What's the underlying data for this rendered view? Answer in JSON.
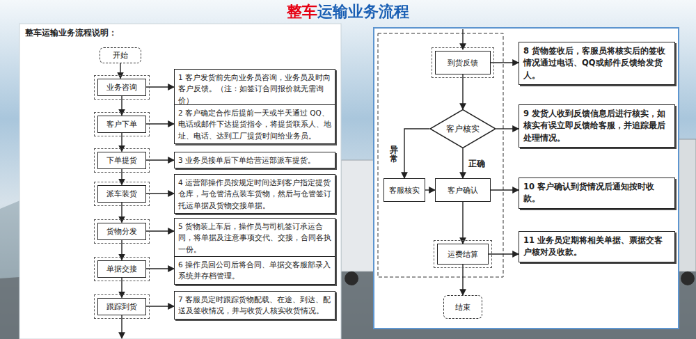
{
  "diagram": {
    "title": "整车运输业务流程",
    "nodes": [
      {
        "text": [
          "开始"
        ]
      },
      {
        "text": [
          "业务咨询"
        ]
      },
      {
        "text": [
          "1 客户发货前先向业务员咨询，业务员及时向客户反馈。（注：如签订合同报价就无需询价）"
        ]
      },
      {
        "text": [
          "客户下单"
        ]
      },
      {
        "text": [
          "2 客户确定合作后提前一天或半天通过 QQ、电话或邮件下达提货指令，将提货联系人、地址、电话、达到工厂提货时间给业务员。"
        ]
      },
      {
        "text": [
          "下单提货"
        ]
      },
      {
        "text": [
          "3 业务员接单后下单给营运部派车提货。"
        ]
      },
      {
        "text": [
          "派车装货"
        ]
      },
      {
        "text": [
          "4 运营部操作员按规定时间达到客户指定提货仓库，与仓管清点装车货物，然后与仓管签订托运单据及货物交接单据。"
        ]
      },
      {
        "text": [
          "货物分发"
        ]
      },
      {
        "text": [
          "5 货物装上车后，操作员与司机签订承运合同，将单据及注意事项交代、交接，合同各执一份。"
        ]
      },
      {
        "text": [
          "单据交接"
        ]
      },
      {
        "text": [
          "6 操作员回公司后将合同、单据交客服部录入系统并存档管理。"
        ]
      },
      {
        "text": [
          "跟踪到货"
        ]
      },
      {
        "text": [
          "7 客服员定时跟踪货物配载、在途、到达、配送及签收情况，并与收货人核实收货情况。"
        ]
      },
      {
        "text": [
          "到货反馈"
        ]
      },
      {
        "text": [
          "8 货物签收后，客服员将核实后的签收情况通过电话、QQ或邮件反馈给发货人。"
        ]
      },
      {
        "text": [
          "客户核实"
        ]
      },
      {
        "text": [
          "9 发货人收到反馈信息后进行核实，如核实有误立即反馈给客服，并追踪最后处理情况。"
        ]
      },
      {
        "text": [
          "客服核实"
        ]
      },
      {
        "text": [
          "客户确认"
        ]
      },
      {
        "text": [
          "10 客户确认到货情况后通知按时收款。"
        ]
      },
      {
        "text": [
          "运费结算"
        ]
      },
      {
        "text": [
          "11 业务员定期将相关单据、票据交客户核对及收款。"
        ]
      },
      {
        "text": [
          "结束"
        ]
      }
    ],
    "edges": [
      {
        "from": 0,
        "to": 1,
        "arrow": "to"
      },
      {
        "from": 1,
        "to": 2,
        "arrow": "to"
      },
      {
        "from": 1,
        "to": 3,
        "arrow": "to"
      },
      {
        "from": 3,
        "to": 4,
        "arrow": "to"
      },
      {
        "from": 3,
        "to": 5,
        "arrow": "to"
      },
      {
        "from": 5,
        "to": 6,
        "arrow": "to"
      },
      {
        "from": 5,
        "to": 7,
        "arrow": "to"
      },
      {
        "from": 7,
        "to": 8,
        "arrow": "to"
      },
      {
        "from": 7,
        "to": 9,
        "arrow": "to"
      },
      {
        "from": 9,
        "to": 10,
        "arrow": "to"
      },
      {
        "from": 9,
        "to": 11,
        "arrow": "to"
      },
      {
        "from": 11,
        "to": 12,
        "arrow": "to"
      },
      {
        "from": 11,
        "to": 13,
        "arrow": "to"
      },
      {
        "from": 13,
        "to": 14,
        "arrow": "to"
      },
      {
        "from": 15,
        "to": 16,
        "arrow": "to"
      },
      {
        "from": 15,
        "to": 17,
        "arrow": "to"
      },
      {
        "from": 17,
        "to": 18,
        "arrow": "to"
      },
      {
        "from": 17,
        "to": 19,
        "label": "异常",
        "arrow": "to"
      },
      {
        "from": 17,
        "to": 20,
        "label": "正确",
        "arrow": "to"
      },
      {
        "from": 19,
        "to": 20,
        "arrow": "to"
      },
      {
        "from": 20,
        "to": 21,
        "arrow": "to"
      },
      {
        "from": 20,
        "to": 22,
        "arrow": "to"
      },
      {
        "from": 22,
        "to": 23,
        "arrow": "to"
      },
      {
        "from": 22,
        "to": 24,
        "arrow": "to"
      }
    ],
    "labels": [
      "整车运输业务流程说明："
    ]
  }
}
